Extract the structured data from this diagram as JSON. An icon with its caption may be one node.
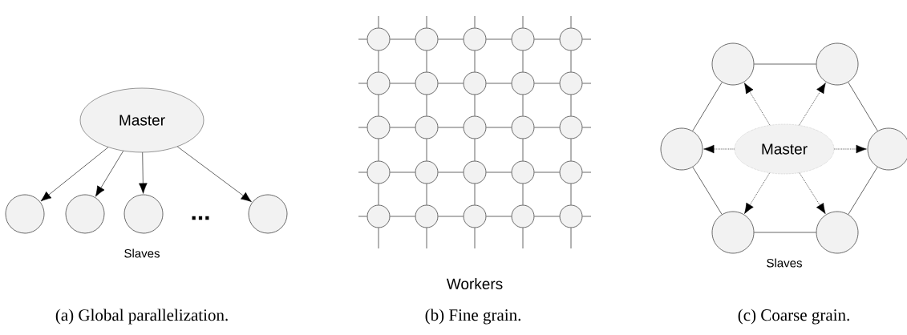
{
  "diagram": {
    "nodes": [
      {
        "text": [
          "Master"
        ]
      },
      {
        "text": [],
        "shape": "circle"
      },
      {
        "text": [],
        "shape": "circle"
      },
      {
        "text": [],
        "shape": "circle"
      },
      {
        "text": [],
        "shape": "circle"
      },
      {
        "text": [],
        "shape": "circle"
      },
      {
        "text": [],
        "shape": "circle"
      },
      {
        "text": [],
        "shape": "circle"
      },
      {
        "text": [],
        "shape": "circle"
      },
      {
        "text": [],
        "shape": "circle"
      },
      {
        "text": [],
        "shape": "circle"
      },
      {
        "text": [],
        "shape": "circle"
      },
      {
        "text": [],
        "shape": "circle"
      },
      {
        "text": [],
        "shape": "circle"
      },
      {
        "text": [],
        "shape": "circle"
      },
      {
        "text": [],
        "shape": "circle"
      },
      {
        "text": [],
        "shape": "circle"
      },
      {
        "text": [],
        "shape": "circle"
      },
      {
        "text": [],
        "shape": "circle"
      },
      {
        "text": [],
        "shape": "circle"
      },
      {
        "text": [],
        "shape": "circle"
      },
      {
        "text": [],
        "shape": "circle"
      },
      {
        "text": [],
        "shape": "circle"
      },
      {
        "text": [],
        "shape": "circle"
      },
      {
        "text": [],
        "shape": "circle"
      },
      {
        "text": [],
        "shape": "circle"
      },
      {
        "text": [],
        "shape": "circle"
      },
      {
        "text": [],
        "shape": "circle"
      },
      {
        "text": [],
        "shape": "circle"
      },
      {
        "text": [],
        "shape": "circle"
      },
      {
        "text": [
          "Master"
        ]
      },
      {
        "text": [],
        "shape": "circle"
      },
      {
        "text": [],
        "shape": "circle"
      },
      {
        "text": [],
        "shape": "circle"
      },
      {
        "text": [],
        "shape": "circle"
      },
      {
        "text": [],
        "shape": "circle"
      },
      {
        "text": [],
        "shape": "circle"
      }
    ],
    "edges": [
      {
        "from": 0,
        "to": 1,
        "arrow": "to"
      },
      {
        "from": 0,
        "to": 2,
        "arrow": "to"
      },
      {
        "from": 0,
        "to": 3,
        "arrow": "to"
      },
      {
        "from": 0,
        "to": 4,
        "arrow": "to"
      },
      {
        "from": 5,
        "to": 6,
        "arrow": "none"
      },
      {
        "from": 6,
        "to": 7,
        "arrow": "none"
      },
      {
        "from": 7,
        "to": 8,
        "arrow": "none"
      },
      {
        "from": 8,
        "to": 9,
        "arrow": "none"
      },
      {
        "from": 10,
        "to": 11,
        "arrow": "none"
      },
      {
        "from": 11,
        "to": 12,
        "arrow": "none"
      },
      {
        "from": 12,
        "to": 13,
        "arrow": "none"
      },
      {
        "from": 13,
        "to": 14,
        "arrow": "none"
      },
      {
        "from": 15,
        "to": 16,
        "arrow": "none"
      },
      {
        "from": 16,
        "to": 17,
        "arrow": "none"
      },
      {
        "from": 17,
        "to": 18,
        "arrow": "none"
      },
      {
        "from": 18,
        "to": 19,
        "arrow": "none"
      },
      {
        "from": 20,
        "to": 21,
        "arrow": "none"
      },
      {
        "from": 21,
        "to": 22,
        "arrow": "none"
      },
      {
        "from": 22,
        "to": 23,
        "arrow": "none"
      },
      {
        "from": 23,
        "to": 24,
        "arrow": "none"
      },
      {
        "from": 25,
        "to": 26,
        "arrow": "none"
      },
      {
        "from": 26,
        "to": 27,
        "arrow": "none"
      },
      {
        "from": 27,
        "to": 28,
        "arrow": "none"
      },
      {
        "from": 28,
        "to": 29,
        "arrow": "none"
      },
      {
        "from": 5,
        "to": 10,
        "arrow": "none"
      },
      {
        "from": 6,
        "to": 11,
        "arrow": "none"
      },
      {
        "from": 7,
        "to": 12,
        "arrow": "none"
      },
      {
        "from": 8,
        "to": 13,
        "arrow": "none"
      },
      {
        "from": 9,
        "to": 14,
        "arrow": "none"
      },
      {
        "from": 10,
        "to": 15,
        "arrow": "none"
      },
      {
        "from": 11,
        "to": 16,
        "arrow": "none"
      },
      {
        "from": 12,
        "to": 17,
        "arrow": "none"
      },
      {
        "from": 13,
        "to": 18,
        "arrow": "none"
      },
      {
        "from": 14,
        "to": 19,
        "arrow": "none"
      },
      {
        "from": 15,
        "to": 20,
        "arrow": "none"
      },
      {
        "from": 16,
        "to": 21,
        "arrow": "none"
      },
      {
        "from": 17,
        "to": 22,
        "arrow": "none"
      },
      {
        "from": 18,
        "to": 23,
        "arrow": "none"
      },
      {
        "from": 19,
        "to": 24,
        "arrow": "none"
      },
      {
        "from": 20,
        "to": 25,
        "arrow": "none"
      },
      {
        "from": 21,
        "to": 26,
        "arrow": "none"
      },
      {
        "from": 22,
        "to": 27,
        "arrow": "none"
      },
      {
        "from": 23,
        "to": 28,
        "arrow": "none"
      },
      {
        "from": 24,
        "to": 29,
        "arrow": "none"
      },
      {
        "from": 5,
        "to": null,
        "arrow": "none"
      },
      {
        "from": 6,
        "to": null,
        "arrow": "none"
      },
      {
        "from": 7,
        "to": null,
        "arrow": "none"
      },
      {
        "from": 8,
        "to": null,
        "arrow": "none"
      },
      {
        "from": 9,
        "to": null,
        "arrow": "none"
      },
      {
        "from": 25,
        "to": null,
        "arrow": "none"
      },
      {
        "from": 26,
        "to": null,
        "arrow": "none"
      },
      {
        "from": 27,
        "to": null,
        "arrow": "none"
      },
      {
        "from": 28,
        "to": null,
        "arrow": "none"
      },
      {
        "from": 29,
        "to": null,
        "arrow": "none"
      },
      {
        "from": 5,
        "to": null,
        "arrow": "none"
      },
      {
        "from": 10,
        "to": null,
        "arrow": "none"
      },
      {
        "from": 15,
        "to": null,
        "arrow": "none"
      },
      {
        "from": 20,
        "to": null,
        "arrow": "none"
      },
      {
        "from": 25,
        "to": null,
        "arrow": "none"
      },
      {
        "from": 9,
        "to": null,
        "arrow": "none"
      },
      {
        "from": 14,
        "to": null,
        "arrow": "none"
      },
      {
        "from": 19,
        "to": null,
        "arrow": "none"
      },
      {
        "from": 24,
        "to": null,
        "arrow": "none"
      },
      {
        "from": 29,
        "to": null,
        "arrow": "none"
      },
      {
        "from": 30,
        "to": 31,
        "arrow": "to",
        "style": "dashed"
      },
      {
        "from": 30,
        "to": 32,
        "arrow": "to",
        "style": "dashed"
      },
      {
        "from": 30,
        "to": 33,
        "arrow": "to",
        "style": "dashed"
      },
      {
        "from": 30,
        "to": 34,
        "arrow": "to",
        "style": "dashed"
      },
      {
        "from": 30,
        "to": 35,
        "arrow": "to",
        "style": "dashed"
      },
      {
        "from": 30,
        "to": 36,
        "arrow": "to",
        "style": "dashed"
      },
      {
        "from": 31,
        "to": 32,
        "arrow": "none"
      },
      {
        "from": 32,
        "to": 34,
        "arrow": "none"
      },
      {
        "from": 34,
        "to": 36,
        "arrow": "none"
      },
      {
        "from": 36,
        "to": 35,
        "arrow": "none"
      },
      {
        "from": 35,
        "to": 33,
        "arrow": "none"
      },
      {
        "from": 33,
        "to": 31,
        "arrow": "none"
      }
    ],
    "labels": [
      "...",
      "Slaves",
      "Workers",
      "Slaves",
      "(a) Global parallelization.",
      "(b) Fine grain.",
      "(c) Coarse grain."
    ]
  }
}
